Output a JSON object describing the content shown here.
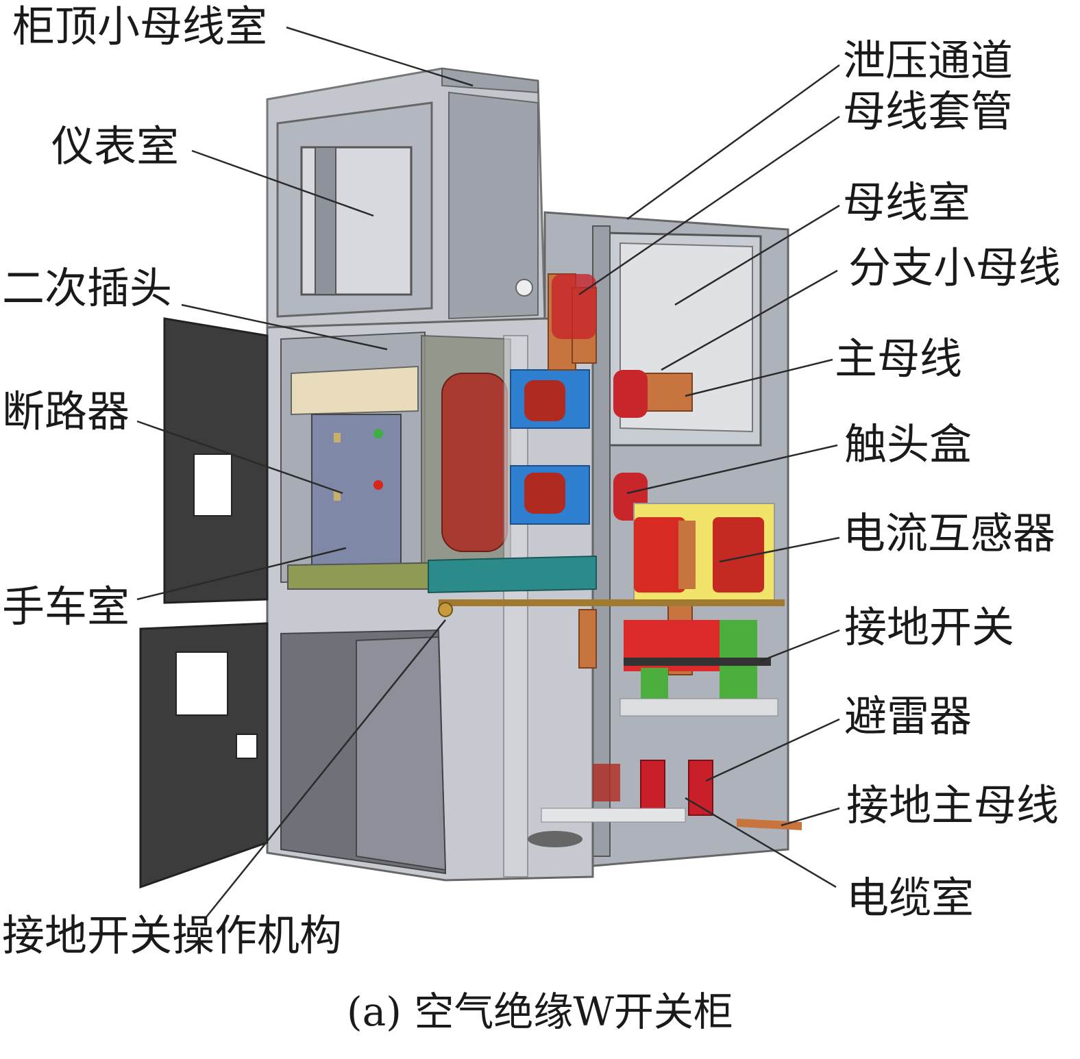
{
  "labels": {
    "top_small_busbar_room": "柜顶小母线室",
    "instrument_room": "仪表室",
    "secondary_plug": "二次插头",
    "circuit_breaker": "断路器",
    "handcart_room": "手车室",
    "earthing_switch_mechanism": "接地开关操作机构",
    "pressure_relief_channel": "泄压通道",
    "busbar_bushing": "母线套管",
    "busbar_room": "母线室",
    "branch_small_busbar": "分支小母线",
    "main_busbar": "主母线",
    "contact_box": "触头盒",
    "current_transformer": "电流互感器",
    "earthing_switch": "接地开关",
    "surge_arrester": "避雷器",
    "earthing_main_busbar": "接地主母线",
    "cable_room": "电缆室"
  },
  "caption": "(a) 空气绝缘W开关柜",
  "colors": {
    "cabinet_gray": "#b9bcc4",
    "copper": "#c8743e",
    "insulator_red": "#b02a20",
    "bushing_blue": "#2f7fd0",
    "ct_yellow": "#f2e36a",
    "earthing_green": "#4cae3c",
    "breaker_panel": "#7f88a6",
    "door_dark": "#3c3c3c"
  }
}
